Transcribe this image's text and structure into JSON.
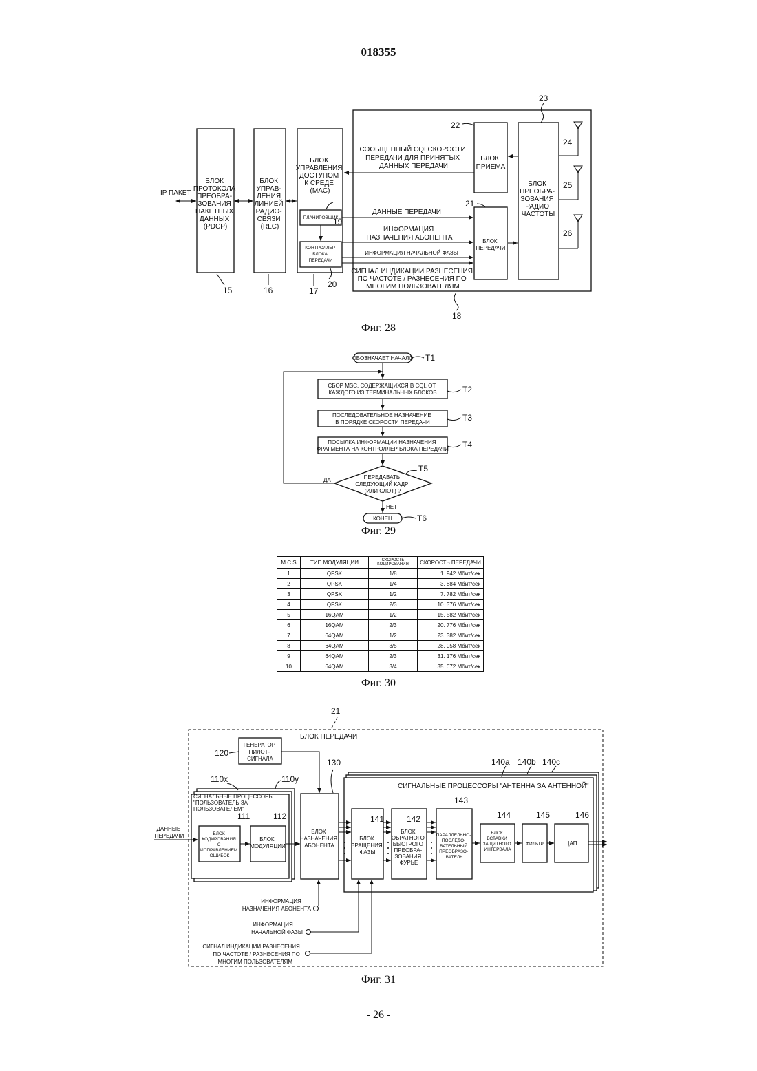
{
  "document": {
    "number": "018355",
    "page": "- 26 -"
  },
  "fig28": {
    "caption": "Фиг. 28",
    "ip_packet": "IP ПАКЕТ",
    "pdcp": [
      "БЛОК",
      "ПРОТОКОЛА",
      "ПРЕОБРА-",
      "ЗОВАНИЯ",
      "ПАКЕТНЫХ",
      "ДАННЫХ",
      "(PDCP)"
    ],
    "rlc": [
      "БЛОК",
      "УПРАВ-",
      "ЛЕНИЯ",
      "ЛИНИЕЙ",
      "РАДИО-",
      "СВЯЗИ",
      "(RLC)"
    ],
    "mac": [
      "БЛОК",
      "УПРАВЛЕНИЯ",
      "ДОСТУПОМ",
      "К СРЕДЕ",
      "(MAC)"
    ],
    "scheduler": "ПЛАНИРОВЩИК",
    "tx_controller": [
      "КОНТРОЛЛЕР",
      "БЛОКА",
      "ПЕРЕДАЧИ"
    ],
    "receiver": [
      "БЛОК",
      "ПРИЕМА"
    ],
    "transmitter": [
      "БЛОК",
      "ПЕРЕДАЧИ"
    ],
    "rf": [
      "БЛОК",
      "ПРЕОБРА-",
      "ЗОВАНИЯ",
      "РАДИО",
      "ЧАСТОТЫ"
    ],
    "cqi_signal": [
      "СООБЩЕННЫЙ CQI СКОРОСТИ",
      "ПЕРЕДАЧИ ДЛЯ ПРИНЯТЫХ",
      "ДАННЫХ ПЕРЕДАЧИ"
    ],
    "tx_data": "ДАННЫЕ ПЕРЕДАЧИ",
    "user_assign": [
      "ИНФОРМАЦИЯ",
      "НАЗНАЧЕНИЯ АБОНЕНТА"
    ],
    "init_phase": "ИНФОРМАЦИЯ НАЧАЛЬНОЙ ФАЗЫ",
    "diversity_signal": [
      "СИГНАЛ ИНДИКАЦИИ РАЗНЕСЕНИЯ",
      "ПО ЧАСТОТЕ / РАЗНЕСЕНИЯ ПО",
      "МНОГИМ ПОЛЬЗОВАТЕЛЯМ"
    ],
    "refs": {
      "r15": "15",
      "r16": "16",
      "r17": "17",
      "r18": "18",
      "r19": "19",
      "r20": "20",
      "r21": "21",
      "r22": "22",
      "r23": "23",
      "r24": "24",
      "r25": "25",
      "r26": "26"
    }
  },
  "fig29": {
    "caption": "Фиг. 29",
    "start": "ОБОЗНАЧАЕТ НАЧАЛО",
    "t2": [
      "СБОР MSC, СОДЕРЖАЩИХСЯ В CQI, ОТ",
      "КАЖДОГО ИЗ ТЕРМИНАЛЬНЫХ БЛОКОВ"
    ],
    "t3": [
      "ПОСЛЕДОВАТЕЛЬНОЕ НАЗНАЧЕНИЕ",
      "В ПОРЯДКЕ СКОРОСТИ ПЕРЕДАЧИ"
    ],
    "t4": [
      "ПОСЫЛКА ИНФОРМАЦИИ НАЗНАЧЕНИЯ",
      "ФРАГМЕНТА НА КОНТРОЛЛЕР БЛОКА ПЕРЕДАЧИ"
    ],
    "t5": [
      "ПЕРЕДАВАТЬ",
      "СЛЕДУЮЩИЙ КАДР",
      "(ИЛИ СЛОТ) ?"
    ],
    "yes": "ДА",
    "no": "НЕТ",
    "end": "КОНЕЦ",
    "steps": {
      "t1": "T1",
      "t2": "T2",
      "t3": "T3",
      "t4": "T4",
      "t5": "T5",
      "t6": "T6"
    }
  },
  "fig30": {
    "caption": "Фиг. 30",
    "headers": [
      "M C S",
      "ТИП МОДУЛЯЦИИ",
      "СКОРОСТЬ КОДИРОВАНИЯ",
      "СКОРОСТЬ ПЕРЕДАЧИ"
    ],
    "rows": [
      [
        "1",
        "QPSK",
        "1/8",
        "1. 942 Мбит/сек"
      ],
      [
        "2",
        "QPSK",
        "1/4",
        "3. 884 Мбит/сек"
      ],
      [
        "3",
        "QPSK",
        "1/2",
        "7. 782 Мбит/сек"
      ],
      [
        "4",
        "QPSK",
        "2/3",
        "10. 376 Мбит/сек"
      ],
      [
        "5",
        "16QAM",
        "1/2",
        "15. 582 Мбит/сек"
      ],
      [
        "6",
        "16QAM",
        "2/3",
        "20. 776 Мбит/сек"
      ],
      [
        "7",
        "64QAM",
        "1/2",
        "23. 382 Мбит/сек"
      ],
      [
        "8",
        "64QAM",
        "3/5",
        "28. 058 Мбит/сек"
      ],
      [
        "9",
        "64QAM",
        "2/3",
        "31. 176 Мбит/сек"
      ],
      [
        "10",
        "64QAM",
        "3/4",
        "35. 072 Мбит/сек"
      ]
    ]
  },
  "fig31": {
    "caption": "Фиг. 31",
    "title": "БЛОК ПЕРЕДАЧИ",
    "pilot": [
      "ГЕНЕРАТОР",
      "ПИЛОТ-",
      "СИГНАЛА"
    ],
    "user_proc": [
      "СИГНАЛЬНЫЕ ПРОЦЕССОРЫ",
      "\"ПОЛЬЗОВАТЕЛЬ ЗА",
      "ПОЛЬЗОВАТЕЛЕМ\""
    ],
    "ant_proc": "СИГНАЛЬНЫЕ ПРОЦЕССОРЫ \"АНТЕННА ЗА АНТЕННОЙ\"",
    "tx_data": [
      "ДАННЫЕ",
      "ПЕРЕДАЧИ"
    ],
    "fec": [
      "БЛОК",
      "КОДИРОВАНИЯ",
      "С",
      "ИСПРАВЛЕНИЕМ",
      "ОШИБОК"
    ],
    "mod": [
      "БЛОК",
      "МОДУЛЯЦИИ"
    ],
    "assign": [
      "БЛОК",
      "НАЗНАЧЕНИЯ",
      "АБОНЕНТА"
    ],
    "phase": [
      "БЛОК",
      "ВРАЩЕНИЯ",
      "ФАЗЫ"
    ],
    "ifft": [
      "БЛОК",
      "ОБРАТНОГО",
      "БЫСТРОГО",
      "ПРЕОБРА-",
      "ЗОВАНИЯ",
      "ФУРЬЕ"
    ],
    "ps": [
      "ПАРАЛЛЕЛЬНО-",
      "ПОСЛЕДО-",
      "ВАТЕЛЬНЫЙ",
      "ПРЕОБРАЗО-",
      "ВАТЕЛЬ"
    ],
    "gi": [
      "БЛОК",
      "ВСТАВКИ",
      "ЗАЩИТНОГО",
      "ИНТЕРВАЛА"
    ],
    "filter": "ФИЛЬТР",
    "dac": "ЦАП",
    "in_assign": [
      "ИНФОРМАЦИЯ",
      "НАЗНАЧЕНИЯ АБОНЕНТА"
    ],
    "in_phase": [
      "ИНФОРМАЦИЯ",
      "НАЧАЛЬНОЙ ФАЗЫ"
    ],
    "in_div": [
      "СИГНАЛ ИНДИКАЦИИ РАЗНЕСЕНИЯ",
      "ПО ЧАСТОТЕ / РАЗНЕСЕНИЯ ПО",
      "МНОГИМ ПОЛЬЗОВАТЕЛЯМ"
    ],
    "refs": {
      "r21": "21",
      "r120": "120",
      "r130": "130",
      "r110x": "110x",
      "r110y": "110y",
      "r111": "111",
      "r112": "112",
      "r140a": "140a",
      "r140b": "140b",
      "r140c": "140c",
      "r141": "141",
      "r142": "142",
      "r143": "143",
      "r144": "144",
      "r145": "145",
      "r146": "146"
    }
  }
}
